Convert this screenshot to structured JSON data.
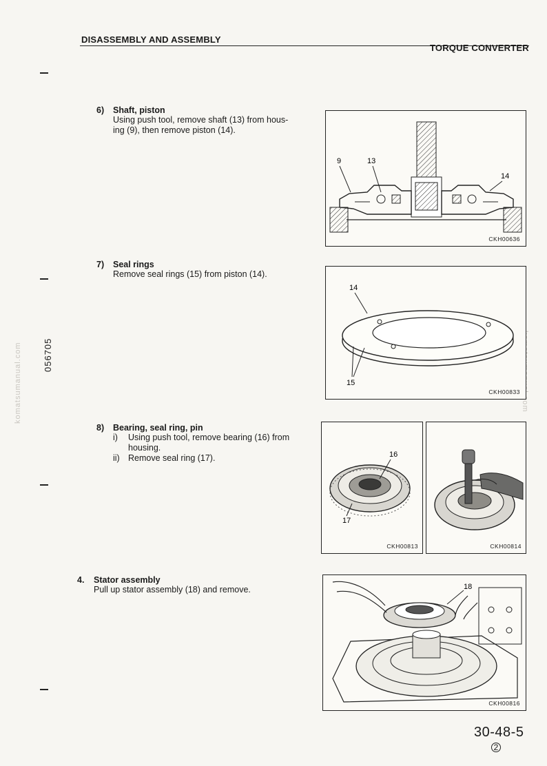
{
  "header": {
    "left": "DISASSEMBLY AND ASSEMBLY",
    "right": "TORQUE CONVERTER"
  },
  "side_code": "056705",
  "watermark": "komatsumanual.com",
  "steps": {
    "s6": {
      "number": "6)",
      "title": "Shaft, piston",
      "line1": "Using push tool, remove shaft (13) from hous-",
      "line2": "ing (9), then remove piston (14)."
    },
    "s7": {
      "number": "7)",
      "title": "Seal rings",
      "line1": "Remove seal rings (15) from piston (14)."
    },
    "s8": {
      "number": "8)",
      "title": "Bearing, seal ring, pin",
      "i_num": "i)",
      "i_line1": "Using push tool, remove bearing (16) from",
      "i_line2": "housing.",
      "ii_num": "ii)",
      "ii_line1": "Remove seal ring (17)."
    },
    "s4": {
      "number": "4.",
      "title": "Stator assembly",
      "line1": "Pull up stator assembly (18) and remove."
    }
  },
  "figures": {
    "f1": {
      "code": "CKH00636",
      "labels": {
        "a": "9",
        "b": "13",
        "c": "14"
      }
    },
    "f2": {
      "code": "CKH00833",
      "labels": {
        "a": "14",
        "b": "15"
      }
    },
    "f3": {
      "code": "CKH00813",
      "labels": {
        "a": "16",
        "b": "17"
      }
    },
    "f4": {
      "code": "CKH00814"
    },
    "f5": {
      "code": "CKH00816",
      "labels": {
        "a": "18"
      }
    }
  },
  "footer": {
    "page": "30-48-5",
    "revision": "2"
  }
}
